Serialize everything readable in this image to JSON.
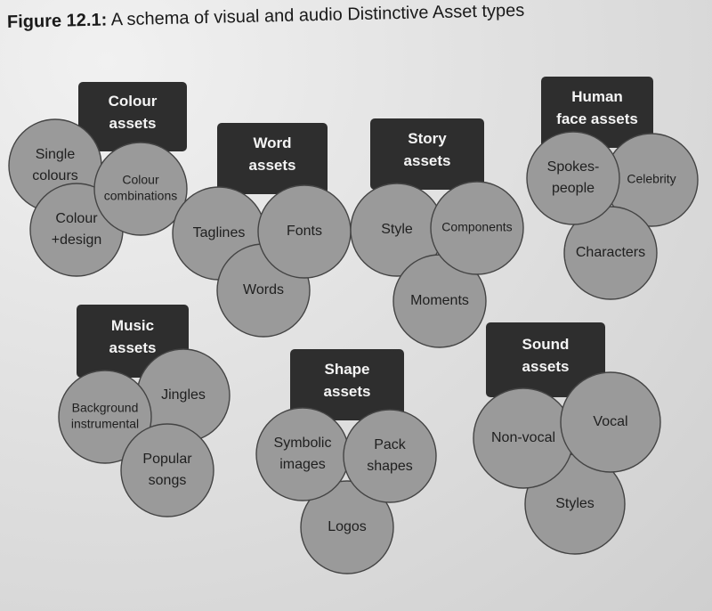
{
  "figure": {
    "number": "Figure 12.1:",
    "title": "A schema of visual and audio Distinctive Asset types"
  },
  "groups": {
    "colour": {
      "heading": [
        "Colour",
        "assets"
      ],
      "items": {
        "single": [
          "Single",
          "colours"
        ],
        "combinations": [
          "Colour",
          "combinations"
        ],
        "design": [
          "Colour",
          "+design"
        ]
      }
    },
    "word": {
      "heading": [
        "Word",
        "assets"
      ],
      "items": {
        "taglines": [
          "Taglines"
        ],
        "fonts": [
          "Fonts"
        ],
        "words": [
          "Words"
        ]
      }
    },
    "story": {
      "heading": [
        "Story",
        "assets"
      ],
      "items": {
        "style": [
          "Style"
        ],
        "components": [
          "Components"
        ],
        "moments": [
          "Moments"
        ]
      }
    },
    "human": {
      "heading": [
        "Human",
        "face assets"
      ],
      "items": {
        "spokespeople": [
          "Spokes-",
          "people"
        ],
        "celebrity": [
          "Celebrity"
        ],
        "characters": [
          "Characters"
        ]
      }
    },
    "music": {
      "heading": [
        "Music",
        "assets"
      ],
      "items": {
        "background": [
          "Background",
          "instrumental"
        ],
        "jingles": [
          "Jingles"
        ],
        "popular": [
          "Popular",
          "songs"
        ]
      }
    },
    "shape": {
      "heading": [
        "Shape",
        "assets"
      ],
      "items": {
        "symbolic": [
          "Symbolic",
          "images"
        ],
        "pack": [
          "Pack",
          "shapes"
        ],
        "logos": [
          "Logos"
        ]
      }
    },
    "sound": {
      "heading": [
        "Sound",
        "assets"
      ],
      "items": {
        "nonvocal": [
          "Non-vocal"
        ],
        "vocal": [
          "Vocal"
        ],
        "styles": [
          "Styles"
        ]
      }
    }
  }
}
